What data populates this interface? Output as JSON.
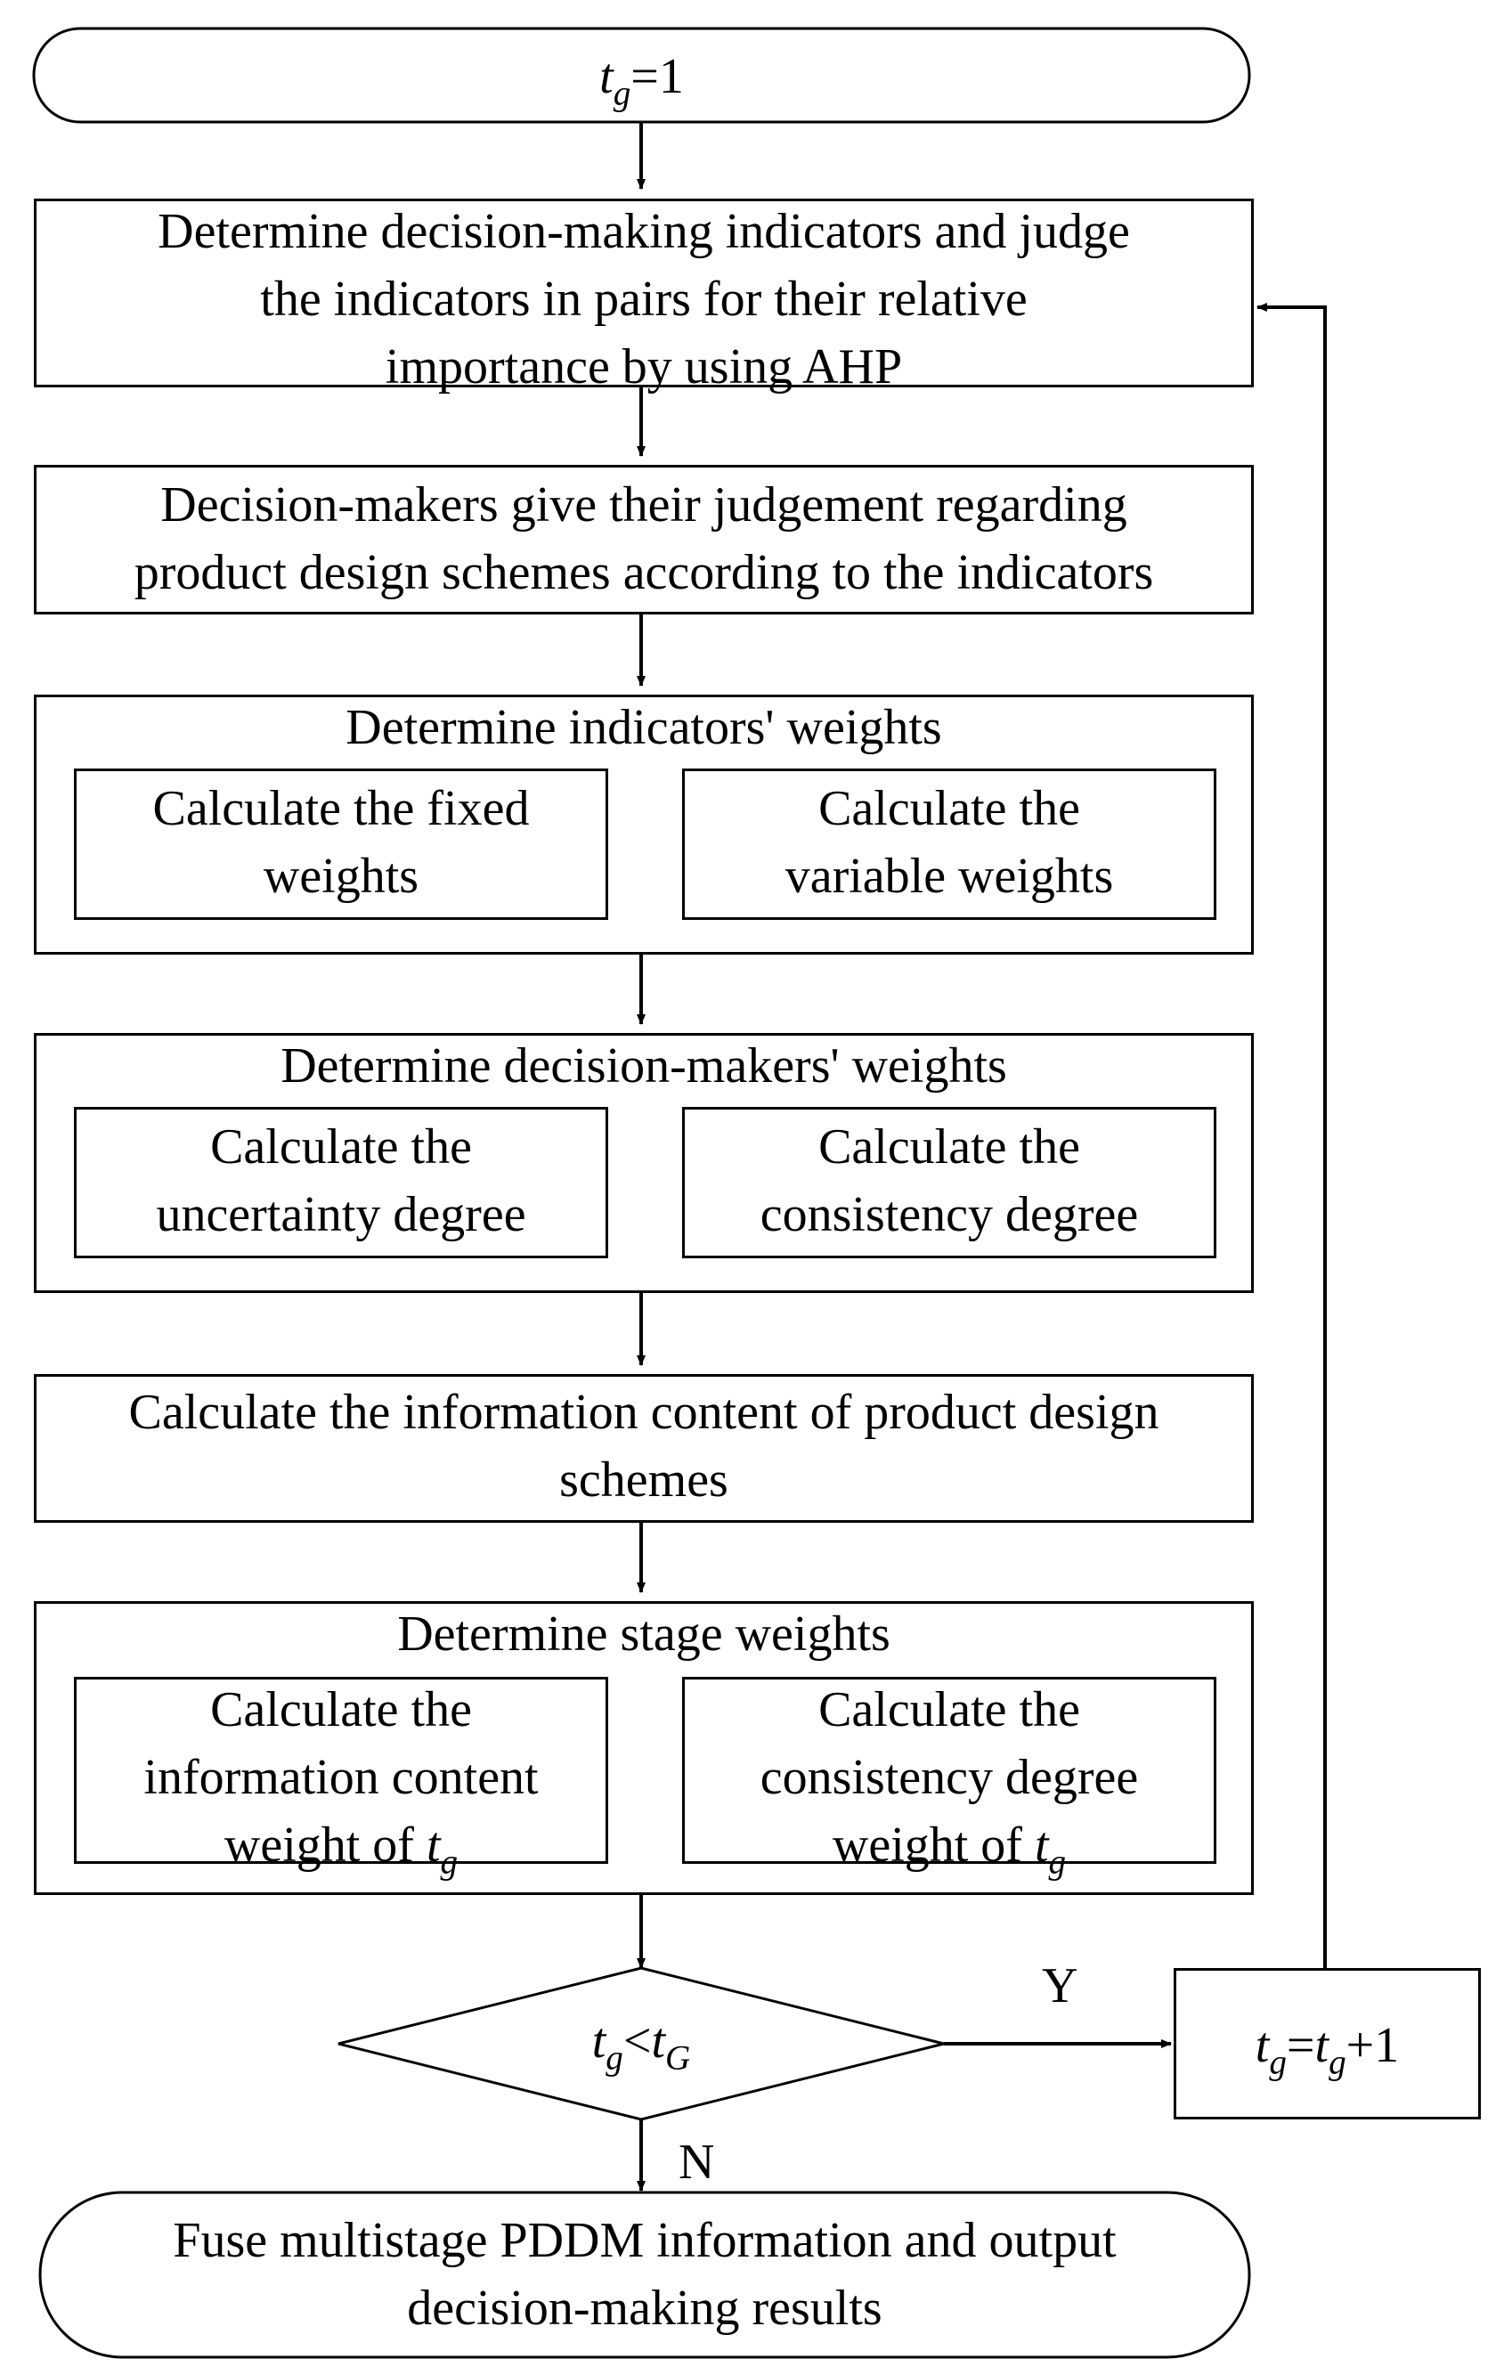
{
  "start": {
    "var": "t",
    "sub": "g",
    "rest": "=1"
  },
  "ahp": [
    "Determine decision-making indicators and  judge",
    "the indicators in pairs for their relative",
    "importance by using AHP"
  ],
  "judgement": [
    "Decision-makers give their judgement regarding",
    "product design schemes according to the indicators"
  ],
  "indicator_weights": {
    "title": "Determine indicators' weights",
    "left": [
      "Calculate the fixed",
      "weights"
    ],
    "right": [
      "Calculate the",
      "variable weights"
    ]
  },
  "dm_weights": {
    "title": "Determine decision-makers' weights",
    "left": [
      "Calculate the",
      "uncertainty degree"
    ],
    "right": [
      "Calculate the",
      "consistency degree"
    ]
  },
  "info_content": [
    "Calculate the information content of product design",
    "schemes"
  ],
  "stage_weights": {
    "title": "Determine stage weights",
    "left": [
      "Calculate the",
      "information content",
      "weight of "
    ],
    "right": [
      "Calculate the",
      "consistency degree",
      "weight of "
    ],
    "var": "t",
    "sub": "g"
  },
  "decision": {
    "var_a": "t",
    "sub_a": "g",
    "op": "<",
    "var_b": "t",
    "sub_b": "G"
  },
  "yes_label": "Y",
  "no_label": "N",
  "increment": {
    "var": "t",
    "sub": "g",
    "op": "=",
    "var2": "t",
    "sub2": "g",
    "rest": "+1"
  },
  "end": [
    "Fuse multistage PDDM information and output",
    "decision-making results"
  ]
}
